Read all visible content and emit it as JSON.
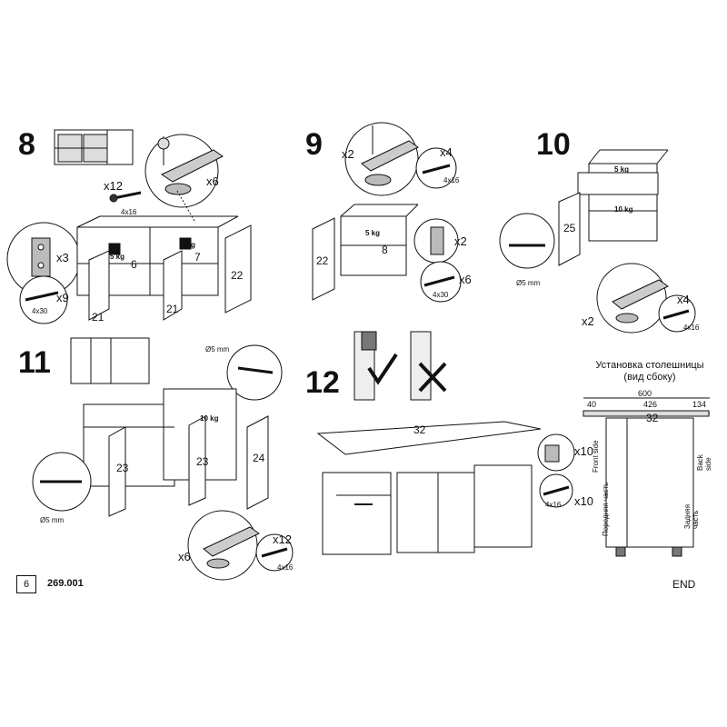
{
  "steps": {
    "s8": "8",
    "s9": "9",
    "s10": "10",
    "s11": "11",
    "s12": "12"
  },
  "quantities": {
    "x12a": "x12",
    "x6a": "x6",
    "x3": "x3",
    "x9": "x9",
    "x2a": "x2",
    "x4a": "x4",
    "x2b": "x2",
    "x6b": "x6",
    "x2c": "x2",
    "x4b": "x4",
    "x6c": "x6",
    "x12b": "x12",
    "x10a": "x10",
    "x10b": "x10"
  },
  "sizes": {
    "s4x16a": "4x16",
    "s4x30a": "4x30",
    "s4x16b": "4x16",
    "s4x30b": "4x30",
    "s4x16c": "4x16",
    "s4x16d": "4x16",
    "s4x16e": "4x16",
    "d5a": "Ø5 mm",
    "d5b": "Ø5 mm",
    "d5c": "Ø5 mm"
  },
  "weights": {
    "w5a": "5 kg",
    "w5b": "5 kg",
    "w5c": "5 kg",
    "w5d": "5 kg",
    "w10a": "10 kg",
    "w10b": "10 kg"
  },
  "parts": {
    "p6": "6",
    "p7": "7",
    "p8": "8",
    "p21a": "21",
    "p21b": "21",
    "p22a": "22",
    "p22b": "22",
    "p23a": "23",
    "p23b": "23",
    "p24": "24",
    "p25": "25",
    "p32a": "32",
    "p32b": "32"
  },
  "countertop": {
    "title": "Установка столешницы",
    "subtitle": "(вид сбоку)",
    "dim_total": "600",
    "dim_left": "40",
    "dim_mid": "426",
    "dim_right": "134",
    "front_side": "Front side",
    "back_side": "Back side",
    "front_ru": "Передняя часть",
    "back_ru": "Задняя часть"
  },
  "footer": {
    "page": "6",
    "code": "269.001",
    "end": "END"
  }
}
